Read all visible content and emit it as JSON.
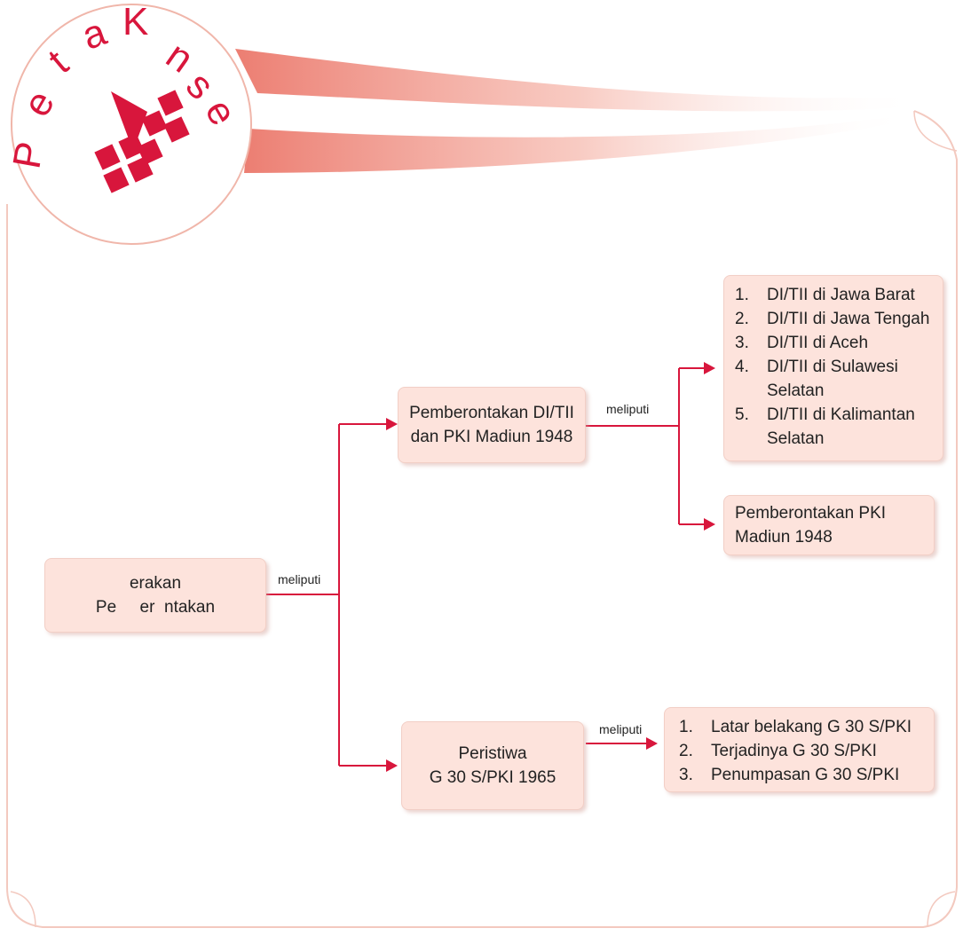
{
  "header": {
    "badge_letters": [
      "P",
      "e",
      "t",
      "a",
      "K",
      "n",
      "s",
      "e"
    ],
    "accent_color": "#d8163c",
    "ribbon_color": "#ee8478",
    "panel_border_color": "#f3c9bf"
  },
  "root": {
    "line1": "erakan",
    "line2": "Pe     er  ntakan"
  },
  "connector_label": "meliputi",
  "branch_top": {
    "line1": "Pemberontakan DI/TII",
    "line2": "dan PKI Madiun 1948",
    "connector_label": "meliputi",
    "list_box": {
      "items": [
        {
          "num": "1.",
          "lines": [
            "DI/TII di Jawa Barat"
          ]
        },
        {
          "num": "2.",
          "lines": [
            "DI/TII di Jawa Tengah"
          ]
        },
        {
          "num": "3.",
          "lines": [
            "DI/TII di Aceh"
          ]
        },
        {
          "num": "4.",
          "lines": [
            "DI/TII di Sulawesi",
            "Selatan"
          ]
        },
        {
          "num": "5.",
          "lines": [
            "DI/TII di Kalimantan",
            "Selatan"
          ]
        }
      ]
    },
    "pki_box": {
      "line1": "Pemberontakan PKI",
      "line2": "Madiun 1948"
    }
  },
  "branch_bottom": {
    "line1": "Peristiwa",
    "line2": "G 30 S/PKI 1965",
    "connector_label": "meliputi",
    "list_box": {
      "items": [
        {
          "num": "1.",
          "lines": [
            "Latar belakang G 30 S/PKI"
          ]
        },
        {
          "num": "2.",
          "lines": [
            "Terjadinya G 30 S/PKI"
          ]
        },
        {
          "num": "3.",
          "lines": [
            "Penumpasan G 30 S/PKI"
          ]
        }
      ]
    }
  }
}
